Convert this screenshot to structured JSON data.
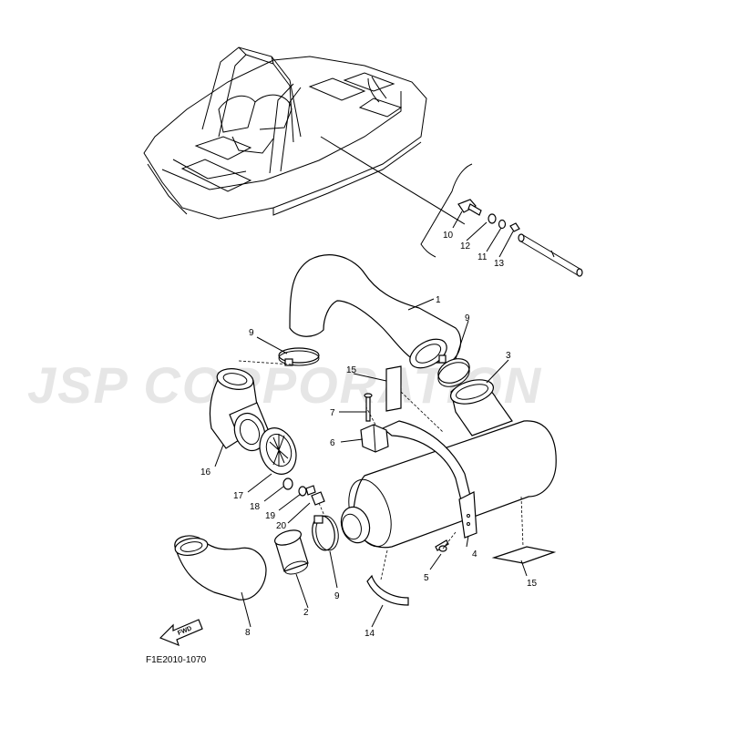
{
  "watermark": "JSP CORPORATION",
  "diagram_code": "F1E2010-1070",
  "fwd_label": "FWD",
  "callouts": [
    "1",
    "2",
    "3",
    "4",
    "5",
    "6",
    "7",
    "8",
    "9",
    "9",
    "9",
    "10",
    "11",
    "12",
    "13",
    "14",
    "15",
    "15",
    "16",
    "17",
    "18",
    "19",
    "20"
  ]
}
